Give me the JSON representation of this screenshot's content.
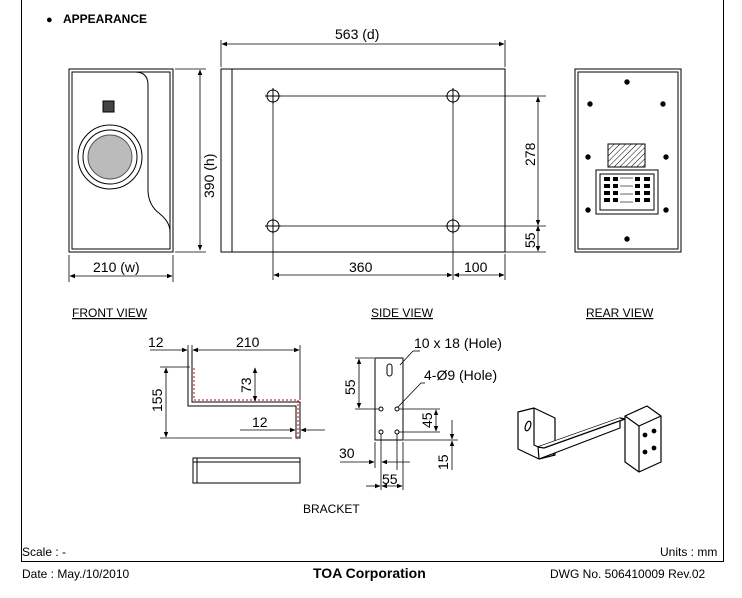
{
  "header": {
    "bullet": "●",
    "title": "APPEARANCE"
  },
  "dims": {
    "depth": "563 (d)",
    "height": "390 (h)",
    "width": "210 (w)",
    "d360": "360",
    "d100": "100",
    "d278": "278",
    "d55": "55"
  },
  "views": {
    "front": "FRONT VIEW",
    "side": "SIDE VIEW",
    "rear": "REAR VIEW"
  },
  "bracket": {
    "label": "BRACKET",
    "d12a": "12",
    "d210": "210",
    "d155": "155",
    "d73": "73",
    "d12b": "12",
    "hole1": "10 x 18 (Hole)",
    "hole2": "4-Ø9 (Hole)",
    "d55a": "55",
    "d45": "45",
    "d30": "30",
    "d55b": "55",
    "d15": "15"
  },
  "footer": {
    "scale": "Scale : -",
    "units": "Units : mm",
    "date": "Date : May./10/2010",
    "company": "TOA Corporation",
    "dwg": "DWG No. 506410009 Rev.02"
  }
}
